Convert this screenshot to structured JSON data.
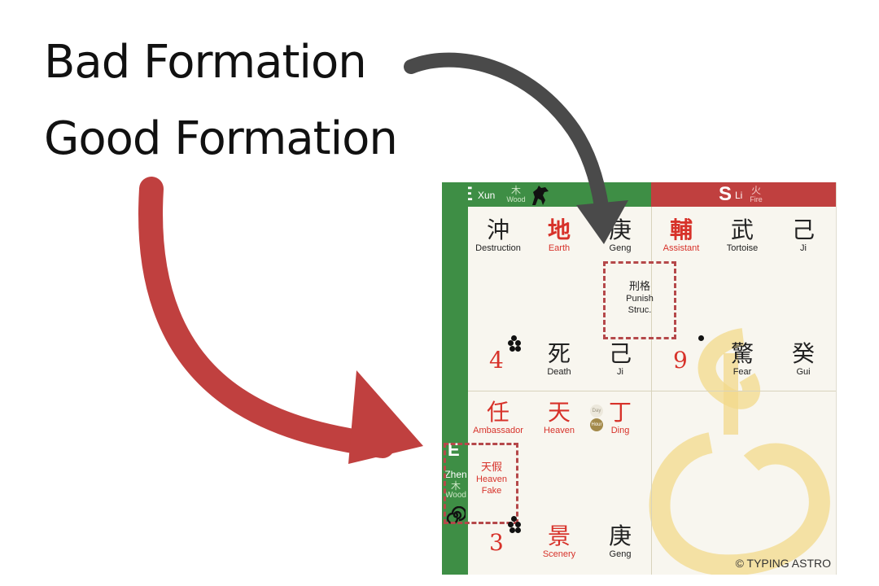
{
  "headline": {
    "bad": "Bad Formation",
    "good": "Good Formation"
  },
  "colors": {
    "arrow_gray": "#4a4a4a",
    "arrow_red": "#c0403f",
    "wood_green": "#3e8e45",
    "fire_red": "#c0403f",
    "accent_red": "#d7322a",
    "dash_red": "#b5484a",
    "watermark_gold": "#f3d98b"
  },
  "panel": {
    "se": {
      "dir": "SE",
      "name": "Xun",
      "elem_cn": "木",
      "elem_en": "Wood",
      "icon": "horse-icon"
    },
    "s": {
      "dir": "S",
      "name": "Li",
      "elem_cn": "火",
      "elem_en": "Fire"
    },
    "e": {
      "dir": "E",
      "name": "Zhen",
      "elem_cn": "木",
      "elem_en": "Wood",
      "icon": "spiral-icon"
    },
    "palace_se": {
      "top": [
        {
          "cn": "沖",
          "en": "Destruction"
        },
        {
          "cn": "地",
          "en": "Earth"
        },
        {
          "cn": "庚",
          "en": "Geng"
        }
      ],
      "bottom": [
        {
          "cn": "死",
          "en": "Death"
        },
        {
          "cn": "己",
          "en": "Ji"
        }
      ],
      "number": "4"
    },
    "palace_s": {
      "top": [
        {
          "cn": "輔",
          "en": "Assistant"
        },
        {
          "cn": "武",
          "en": "Tortoise"
        },
        {
          "cn": "己",
          "en": "Ji"
        }
      ],
      "bottom": [
        {
          "cn": "驚",
          "en": "Fear"
        },
        {
          "cn": "癸",
          "en": "Gui"
        }
      ],
      "number": "9"
    },
    "palace_e": {
      "top": [
        {
          "cn": "任",
          "en": "Ambassador"
        },
        {
          "cn": "天",
          "en": "Heaven"
        },
        {
          "cn": "丁",
          "en": "Ding"
        }
      ],
      "bottom": [
        {
          "cn": "景",
          "en": "Scenery"
        },
        {
          "cn": "庚",
          "en": "Geng"
        }
      ],
      "number": "3",
      "badges": {
        "day": "Day",
        "hour": "Hour"
      }
    },
    "formation_bad": {
      "cn": "刑格",
      "en1": "Punish",
      "en2": "Struc."
    },
    "formation_good": {
      "cn": "天假",
      "en1": "Heaven",
      "en2": "Fake"
    },
    "copyright": "© TYPING ASTRO"
  }
}
